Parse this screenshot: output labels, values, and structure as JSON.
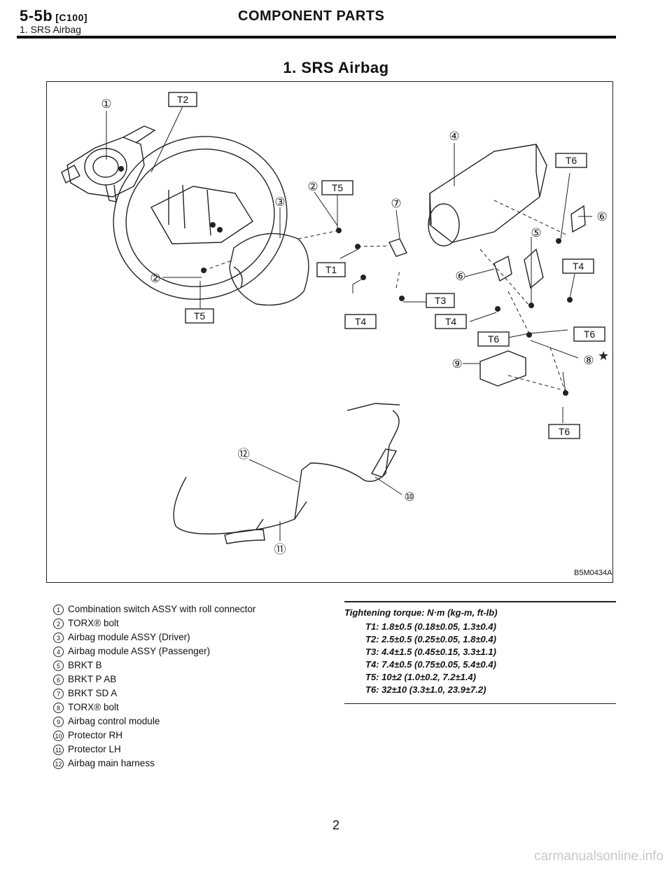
{
  "header": {
    "code": "5-5b",
    "code_sub": "[C100]",
    "section": "1. SRS Airbag",
    "title": "COMPONENT PARTS"
  },
  "page_title": "1. SRS Airbag",
  "figure": {
    "code": "B5M0434A",
    "callouts": [
      "①",
      "②",
      "③",
      "④",
      "⑤",
      "⑥",
      "⑦",
      "⑧",
      "⑨",
      "⑩",
      "⑪",
      "⑫"
    ],
    "torque_tags": [
      "T1",
      "T2",
      "T3",
      "T4",
      "T5",
      "T6"
    ],
    "star": "★"
  },
  "legend": [
    {
      "num": "1",
      "label": "Combination switch ASSY with roll connector"
    },
    {
      "num": "2",
      "label": "TORX® bolt"
    },
    {
      "num": "3",
      "label": "Airbag module ASSY (Driver)"
    },
    {
      "num": "4",
      "label": "Airbag module ASSY (Passenger)"
    },
    {
      "num": "5",
      "label": "BRKT B"
    },
    {
      "num": "6",
      "label": "BRKT P AB"
    },
    {
      "num": "7",
      "label": "BRKT SD A"
    },
    {
      "num": "8",
      "label": "TORX® bolt"
    },
    {
      "num": "9",
      "label": "Airbag control module"
    },
    {
      "num": "10",
      "label": "Protector RH"
    },
    {
      "num": "11",
      "label": "Protector LH"
    },
    {
      "num": "12",
      "label": "Airbag main harness"
    }
  ],
  "torque": {
    "heading": "Tightening torque: N·m (kg-m, ft-lb)",
    "lines": [
      "T1: 1.8±0.5 (0.18±0.05, 1.3±0.4)",
      "T2: 2.5±0.5 (0.25±0.05, 1.8±0.4)",
      "T3: 4.4±1.5 (0.45±0.15, 3.3±1.1)",
      "T4: 7.4±0.5 (0.75±0.05, 5.4±0.4)",
      "T5: 10±2 (1.0±0.2, 7.2±1.4)",
      "T6: 32±10 (3.3±1.0, 23.9±7.2)"
    ]
  },
  "page_number": "2",
  "watermark": "carmanualsonline.info"
}
